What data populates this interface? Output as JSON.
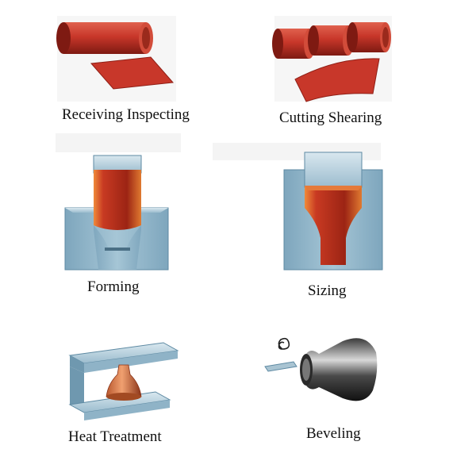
{
  "steps": [
    {
      "id": "receiving-inspecting",
      "label": "Receiving Inspecting"
    },
    {
      "id": "cutting-shearing",
      "label": "Cutting Shearing"
    },
    {
      "id": "forming",
      "label": "Forming"
    },
    {
      "id": "sizing",
      "label": "Sizing"
    },
    {
      "id": "heat-treatment",
      "label": "Heat Treatment"
    },
    {
      "id": "beveling",
      "label": "Beveling"
    }
  ],
  "colors": {
    "pipe_red": "#c8372a",
    "pipe_dark": "#8f1f16",
    "die_blue": "#8fb3c7",
    "die_dark": "#5e8aa3",
    "steel_dark": "#1e1e1e"
  }
}
